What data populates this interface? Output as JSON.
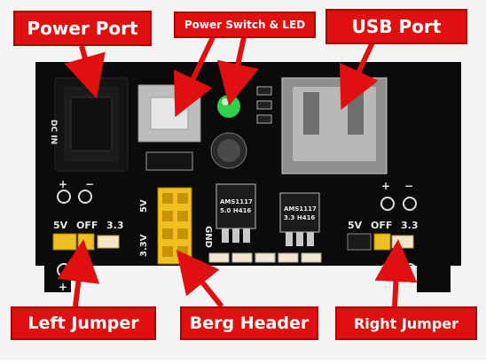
{
  "callouts": {
    "power_port": "Power Port",
    "power_switch_led": "Power Switch & LED",
    "usb_port": "USB Port",
    "left_jumper": "Left Jumper",
    "berg_header": "Berg Header",
    "right_jumper": "Right Jumper"
  },
  "silkscreen": {
    "dc_in": "DC IN",
    "left_5v": "5V",
    "left_off": "OFF",
    "left_33": "3.3",
    "right_5v": "5V",
    "right_off": "OFF",
    "right_33": "3.3",
    "header_5v": "5V",
    "header_33v": "3.3V",
    "header_gnd": "GND",
    "reg1_line1": "AMS1117",
    "reg1_line2": "5.0 H416",
    "reg2_line1": "AMS1117",
    "reg2_line2": "3.3 H416",
    "plus": "+",
    "minus": "−"
  },
  "colors": {
    "callout_red": "#e01010",
    "arrow_red": "#e01010",
    "pcb_black": "#0b0b0b",
    "jumper_yellow": "#f0c020",
    "led_green": "#2fd04a"
  }
}
